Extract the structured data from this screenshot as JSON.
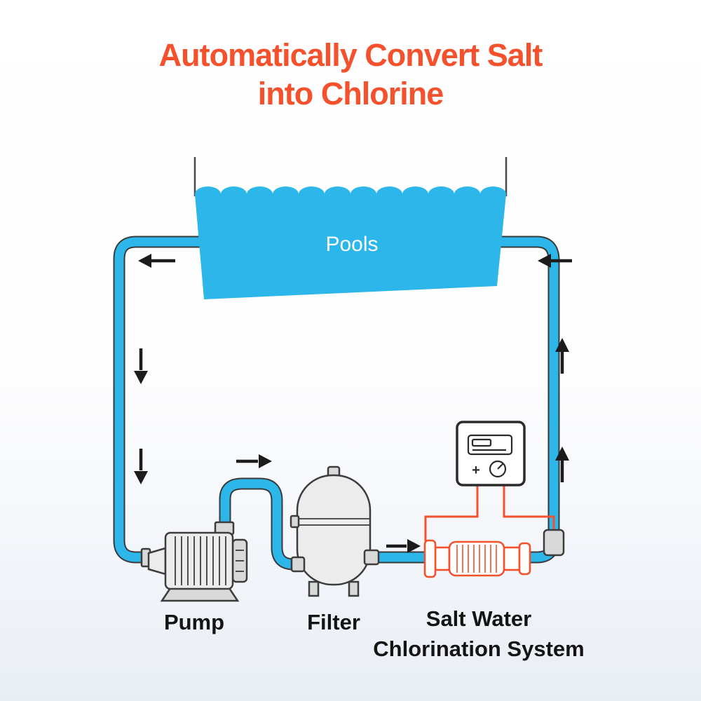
{
  "title": {
    "line1": "Automatically Convert Salt",
    "line2": "into Chlorine"
  },
  "diagram": {
    "pool": {
      "label": "Pools"
    },
    "pump": {
      "label": "Pump"
    },
    "filter": {
      "label": "Filter"
    },
    "chlorinator": {
      "label_line1": "Salt Water",
      "label_line2": "Chlorination System"
    },
    "control_panel": {
      "plus_label": "+"
    }
  },
  "flow_arrows": [
    {
      "name": "pool-outlet-arrow",
      "direction": "left"
    },
    {
      "name": "left-pipe-arrow-upper",
      "direction": "down"
    },
    {
      "name": "left-pipe-arrow-lower",
      "direction": "down"
    },
    {
      "name": "pump-outlet-arrow",
      "direction": "right"
    },
    {
      "name": "filter-outlet-arrow",
      "direction": "right"
    },
    {
      "name": "right-pipe-arrow-lower",
      "direction": "up"
    },
    {
      "name": "right-pipe-arrow-upper",
      "direction": "up"
    },
    {
      "name": "pool-inlet-arrow",
      "direction": "left"
    }
  ],
  "colors": {
    "accent_orange": "#F4512C",
    "water_blue": "#2CB6EA",
    "pipe_blue": "#2CB6EA",
    "outline_dark": "#3A3A3A",
    "label_text": "#141414"
  }
}
